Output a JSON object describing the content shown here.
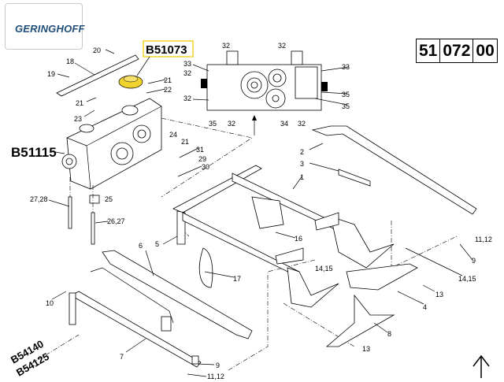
{
  "logo": {
    "text": "GERINGHOFF"
  },
  "reference_number": {
    "parts": [
      "51",
      "072",
      "00"
    ]
  },
  "assemblies": {
    "highlighted": "B51073",
    "gearbox": "B51115",
    "lower_1": "B54140",
    "lower_2": "B54125"
  },
  "highlight_color": "#f2d22e",
  "callouts": [
    "20",
    "18",
    "19",
    "21",
    "22",
    "21",
    "23",
    "24",
    "21",
    "31",
    "29",
    "30",
    "27,28",
    "25",
    "26,27",
    "32",
    "33",
    "32",
    "32",
    "35",
    "32",
    "32",
    "33",
    "35",
    "35",
    "34",
    "32",
    "2",
    "3",
    "1",
    "16",
    "5",
    "6",
    "17",
    "14,15",
    "14,15",
    "13",
    "4",
    "9",
    "11,12",
    "10",
    "8",
    "13",
    "7",
    "9",
    "11,12"
  ],
  "north_arrow": "up-arrow-icon"
}
